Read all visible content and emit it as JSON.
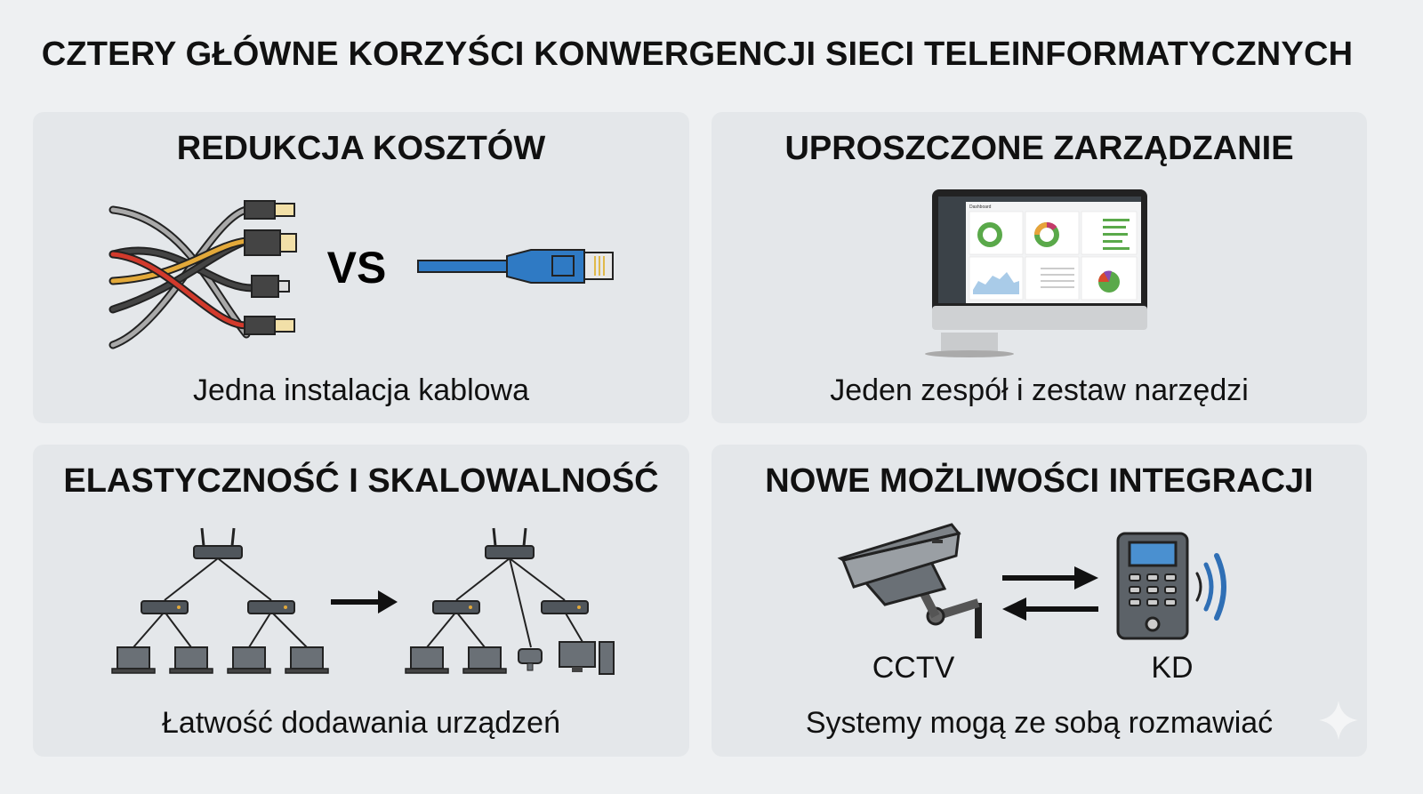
{
  "title": "CZTERY GŁÓWNE KORZYŚCI KONWERGENCJI SIECI TELEINFORMATYCZNYCH",
  "panels": [
    {
      "heading": "REDUKCJA KOSZTÓW",
      "vs_label": "VS",
      "caption": "Jedna instalacja kablowa"
    },
    {
      "heading": "UPROSZCZONE ZARZĄDZANIE",
      "screen_title": "Dashboard",
      "caption": "Jeden zespół i zestaw narzędzi"
    },
    {
      "heading": "ELASTYCZNOŚĆ I SKALOWALNOŚĆ",
      "caption": "Łatwość dodawania urządzeń"
    },
    {
      "heading": "NOWE MOŻLIWOŚCI INTEGRACJI",
      "left_label": "CCTV",
      "right_label": "KD",
      "caption": "Systemy mogą ze sobą rozmawiać"
    }
  ],
  "colors": {
    "page": "#eef0f2",
    "panel": "#e4e7ea",
    "cable_blue": "#2f7ac4",
    "cable_red": "#d23a2c",
    "cable_yellow": "#e3a93a",
    "screen_blue": "#4a90d0"
  }
}
